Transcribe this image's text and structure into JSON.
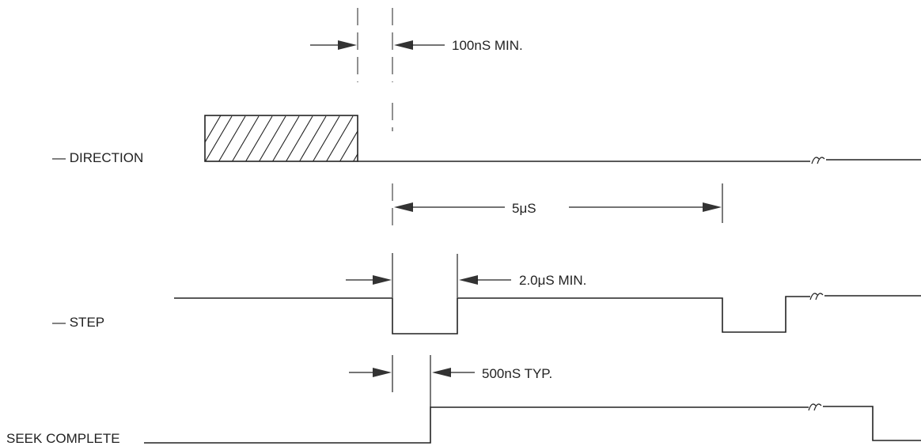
{
  "signals": {
    "direction": "— DIRECTION",
    "step": "— STEP",
    "seek_complete": "SEEK COMPLETE"
  },
  "timing": {
    "direction_setup": "100nS MIN.",
    "step_period": "5μS",
    "step_width": "2.0μS MIN.",
    "seek_complete_delay": "500nS TYP."
  }
}
